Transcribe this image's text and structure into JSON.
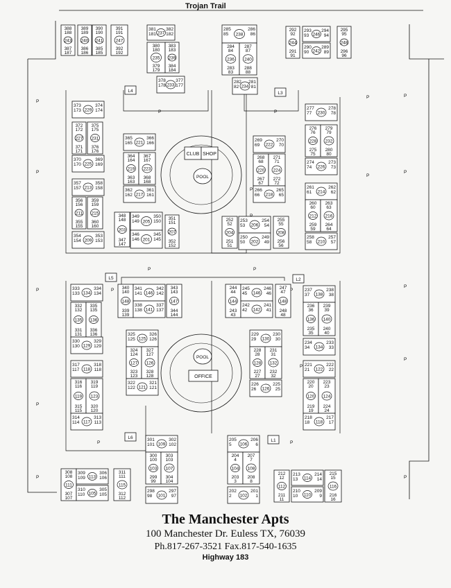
{
  "roads": {
    "top": "Trojan Trail",
    "bottom": "Highway 183"
  },
  "title": "The Manchester Apts",
  "address": "100 Manchester Dr. Euless TX, 76039",
  "phone": "Ph.817-267-3521 Fax.817-540-1635",
  "amenities": {
    "club": "CLUB",
    "shop": "SHOP",
    "pool1": "POOL",
    "pool2": "POOL",
    "office": "OFFICE"
  },
  "parking_label": "P",
  "laundry": [
    "L4",
    "L3",
    "L5",
    "L2",
    "L6",
    "L1"
  ],
  "buildings": [
    {
      "c": "243",
      "u": [
        "388",
        "188",
        "387",
        "187"
      ]
    },
    {
      "c": "240",
      "u": [
        "389",
        "189",
        "386",
        "186"
      ]
    },
    {
      "c": "241",
      "u": [
        "390",
        "190",
        "385",
        "185"
      ]
    },
    {
      "c": "247",
      "u": [
        "391",
        "191",
        "392",
        "192"
      ]
    },
    {
      "c": "237",
      "u": [
        "381",
        "181",
        "382",
        "182"
      ]
    },
    {
      "c": "235",
      "u": [
        "380",
        "180",
        "379",
        "179"
      ]
    },
    {
      "c": "239",
      "u": [
        "383",
        "183",
        "384",
        "184"
      ]
    },
    {
      "c": "233",
      "u": [
        "378",
        "178",
        "377",
        "177"
      ]
    },
    {
      "c": "238",
      "u": [
        "285",
        "85",
        "286",
        "86"
      ]
    },
    {
      "c": "236",
      "u": [
        "284",
        "84",
        "283",
        "83"
      ]
    },
    {
      "c": "240",
      "u": [
        "287",
        "87",
        "288",
        "88"
      ]
    },
    {
      "c": "234",
      "u": [
        "282",
        "82",
        "281",
        "81"
      ]
    },
    {
      "c": "244",
      "u": [
        "292",
        "92",
        "291",
        "91"
      ]
    },
    {
      "c": "246",
      "u": [
        "293",
        "93",
        "294",
        "94"
      ]
    },
    {
      "c": "242",
      "u": [
        "290",
        "90",
        "289",
        "89"
      ]
    },
    {
      "c": "248",
      "u": [
        "295",
        "95",
        "296",
        "96"
      ]
    },
    {
      "c": "229",
      "u": [
        "373",
        "173",
        "374",
        "174"
      ]
    },
    {
      "c": "227",
      "u": [
        "372",
        "172",
        "371",
        "171"
      ]
    },
    {
      "c": "231",
      "u": [
        "375",
        "175",
        "376",
        "176"
      ]
    },
    {
      "c": "225",
      "u": [
        "370",
        "170",
        "369",
        "169"
      ]
    },
    {
      "c": "221",
      "u": [
        "365",
        "165",
        "366",
        "166"
      ]
    },
    {
      "c": "219",
      "u": [
        "364",
        "164",
        "363",
        "163"
      ]
    },
    {
      "c": "223",
      "u": [
        "367",
        "167",
        "368",
        "168"
      ]
    },
    {
      "c": "213",
      "u": [
        "357",
        "157",
        "358",
        "158"
      ]
    },
    {
      "c": "217",
      "u": [
        "362",
        "162",
        "361",
        "161"
      ]
    },
    {
      "c": "211",
      "u": [
        "356",
        "156",
        "355",
        "155"
      ]
    },
    {
      "c": "215",
      "u": [
        "359",
        "159",
        "360",
        "160"
      ]
    },
    {
      "c": "209",
      "u": [
        "354",
        "154",
        "353",
        "153"
      ]
    },
    {
      "c": "203",
      "u": [
        "348",
        "148",
        "347",
        "147"
      ]
    },
    {
      "c": "205",
      "u": [
        "349",
        "149",
        "350",
        "150"
      ]
    },
    {
      "c": "201",
      "u": [
        "346",
        "146",
        "345",
        "145"
      ]
    },
    {
      "c": "207",
      "u": [
        "351",
        "151",
        "352",
        "152"
      ]
    },
    {
      "c": "230",
      "u": [
        "277",
        "77",
        "278",
        "78"
      ]
    },
    {
      "c": "228",
      "u": [
        "276",
        "76",
        "275",
        "75"
      ]
    },
    {
      "c": "232",
      "u": [
        "279",
        "79",
        "280",
        "80"
      ]
    },
    {
      "c": "222",
      "u": [
        "269",
        "69",
        "270",
        "70"
      ]
    },
    {
      "c": "220",
      "u": [
        "268",
        "68",
        "267",
        "67"
      ]
    },
    {
      "c": "224",
      "u": [
        "271",
        "71",
        "272",
        "72"
      ]
    },
    {
      "c": "226",
      "u": [
        "274",
        "74",
        "273",
        "73"
      ]
    },
    {
      "c": "218",
      "u": [
        "266",
        "66",
        "265",
        "65"
      ]
    },
    {
      "c": "214",
      "u": [
        "261",
        "61",
        "262",
        "62"
      ]
    },
    {
      "c": "212",
      "u": [
        "260",
        "60",
        "259",
        "59"
      ]
    },
    {
      "c": "216",
      "u": [
        "263",
        "63",
        "264",
        "64"
      ]
    },
    {
      "c": "204",
      "u": [
        "252",
        "52",
        "251",
        "51"
      ]
    },
    {
      "c": "206",
      "u": [
        "253",
        "53",
        "254",
        "54"
      ]
    },
    {
      "c": "202",
      "u": [
        "250",
        "50",
        "249",
        "49"
      ]
    },
    {
      "c": "208",
      "u": [
        "255",
        "55",
        "256",
        "56"
      ]
    },
    {
      "c": "210",
      "u": [
        "258",
        "58",
        "257",
        "57"
      ]
    },
    {
      "c": "134",
      "u": [
        "333",
        "133",
        "334",
        "134"
      ]
    },
    {
      "c": "135",
      "u": [
        "332",
        "132",
        "331",
        "131"
      ]
    },
    {
      "c": "136",
      "u": [
        "335",
        "135",
        "336",
        "136"
      ]
    },
    {
      "c": "129",
      "u": [
        "330",
        "130",
        "329",
        "129"
      ]
    },
    {
      "c": "148",
      "u": [
        "340",
        "140",
        "339",
        "139"
      ]
    },
    {
      "c": "146",
      "u": [
        "341",
        "141",
        "342",
        "142"
      ]
    },
    {
      "c": "141",
      "u": [
        "338",
        "138",
        "337",
        "137"
      ]
    },
    {
      "c": "147",
      "u": [
        "343",
        "143",
        "344",
        "144"
      ]
    },
    {
      "c": "125",
      "u": [
        "325",
        "125",
        "326",
        "126"
      ]
    },
    {
      "c": "127",
      "u": [
        "324",
        "124",
        "323",
        "123"
      ]
    },
    {
      "c": "126",
      "u": [
        "327",
        "127",
        "328",
        "128"
      ]
    },
    {
      "c": "121",
      "u": [
        "322",
        "122",
        "321",
        "121"
      ]
    },
    {
      "c": "118",
      "u": [
        "317",
        "117",
        "318",
        "118"
      ]
    },
    {
      "c": "119",
      "u": [
        "316",
        "116",
        "315",
        "115"
      ]
    },
    {
      "c": "123",
      "u": [
        "319",
        "119",
        "320",
        "120"
      ]
    },
    {
      "c": "117",
      "u": [
        "314",
        "114",
        "313",
        "113"
      ]
    },
    {
      "c": "144",
      "u": [
        "244",
        "44",
        "243",
        "43"
      ]
    },
    {
      "c": "146",
      "u": [
        "245",
        "45",
        "246",
        "46"
      ]
    },
    {
      "c": "142",
      "u": [
        "242",
        "42",
        "241",
        "41"
      ]
    },
    {
      "c": "148",
      "u": [
        "247",
        "47",
        "248",
        "48"
      ]
    },
    {
      "c": "138",
      "u": [
        "237",
        "37",
        "238",
        "38"
      ]
    },
    {
      "c": "136",
      "u": [
        "236",
        "36",
        "235",
        "35"
      ]
    },
    {
      "c": "140",
      "u": [
        "239",
        "39",
        "240",
        "40"
      ]
    },
    {
      "c": "134",
      "u": [
        "234",
        "34",
        "233",
        "33"
      ]
    },
    {
      "c": "130",
      "u": [
        "229",
        "29",
        "230",
        "30"
      ]
    },
    {
      "c": "128",
      "u": [
        "228",
        "28",
        "227",
        "27"
      ]
    },
    {
      "c": "132",
      "u": [
        "231",
        "31",
        "232",
        "32"
      ]
    },
    {
      "c": "122",
      "u": [
        "221",
        "21",
        "222",
        "22"
      ]
    },
    {
      "c": "126",
      "u": [
        "226",
        "26",
        "225",
        "25"
      ]
    },
    {
      "c": "120",
      "u": [
        "220",
        "20",
        "219",
        "19"
      ]
    },
    {
      "c": "124",
      "u": [
        "223",
        "23",
        "224",
        "24"
      ]
    },
    {
      "c": "118",
      "u": [
        "218",
        "18",
        "217",
        "17"
      ]
    },
    {
      "c": "109",
      "u": [
        "301",
        "101",
        "302",
        "102"
      ]
    },
    {
      "c": "103",
      "u": [
        "300",
        "100",
        "299",
        "99"
      ]
    },
    {
      "c": "107",
      "u": [
        "303",
        "103",
        "304",
        "104"
      ]
    },
    {
      "c": "101",
      "u": [
        "298",
        "98",
        "297",
        "97"
      ]
    },
    {
      "c": "111",
      "u": [
        "308",
        "108",
        "307",
        "107"
      ]
    },
    {
      "c": "113",
      "u": [
        "309",
        "109",
        "306",
        "106"
      ]
    },
    {
      "c": "105",
      "u": [
        "310",
        "110",
        "305",
        "105"
      ]
    },
    {
      "c": "115",
      "u": [
        "311",
        "111",
        "312",
        "112"
      ]
    },
    {
      "c": "106",
      "u": [
        "205",
        "5",
        "206",
        "6"
      ]
    },
    {
      "c": "104",
      "u": [
        "204",
        "4",
        "203",
        "3"
      ]
    },
    {
      "c": "108",
      "u": [
        "207",
        "7",
        "208",
        "8"
      ]
    },
    {
      "c": "102",
      "u": [
        "202",
        "2",
        "201",
        "1"
      ]
    },
    {
      "c": "112",
      "u": [
        "212",
        "12",
        "211",
        "11"
      ]
    },
    {
      "c": "114",
      "u": [
        "213",
        "13",
        "214",
        "14"
      ]
    },
    {
      "c": "110",
      "u": [
        "210",
        "10",
        "209",
        "9"
      ]
    },
    {
      "c": "116",
      "u": [
        "215",
        "15",
        "216",
        "16"
      ]
    }
  ]
}
